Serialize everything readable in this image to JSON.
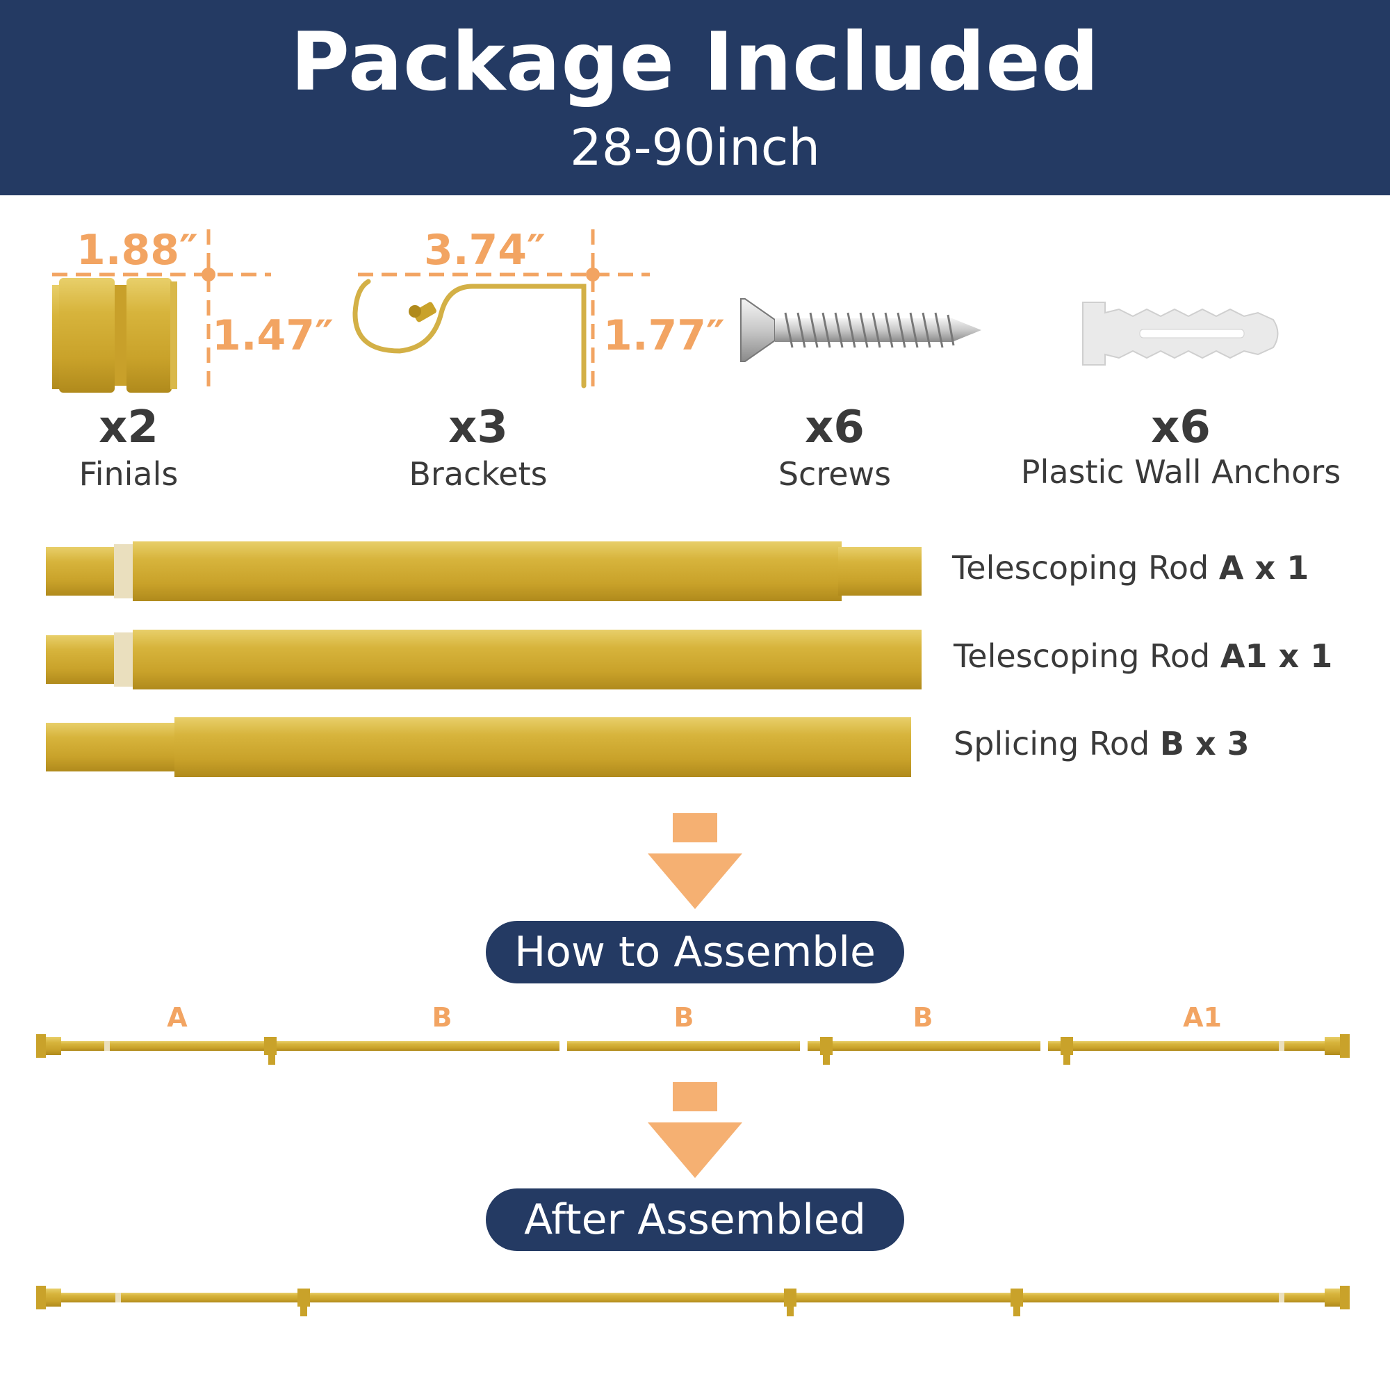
{
  "header": {
    "title": "Package Included",
    "subtitle": "28-90inch",
    "color": "#243a63"
  },
  "accent_color": "#f2a462",
  "items": [
    {
      "qty": "x2",
      "name": "Finials",
      "width_dim": "1.88″",
      "height_dim": "1.47″",
      "icon": "finial-icon"
    },
    {
      "qty": "x3",
      "name": "Brackets",
      "width_dim": "3.74″",
      "height_dim": "1.77″",
      "icon": "bracket-icon"
    },
    {
      "qty": "x6",
      "name": "Screws",
      "icon": "screw-icon"
    },
    {
      "qty": "x6",
      "name": "Plastic Wall Anchors",
      "icon": "wall-anchor-icon"
    }
  ],
  "rods": [
    {
      "prefix": "Telescoping Rod ",
      "code": "A x 1"
    },
    {
      "prefix": "Telescoping Rod ",
      "code": "A1 x 1"
    },
    {
      "prefix": "Splicing Rod ",
      "code": "B x 3"
    }
  ],
  "assemble_label": "How to Assemble",
  "segments": [
    "A",
    "B",
    "B",
    "B",
    "A1"
  ],
  "assembled_label": "After Assembled"
}
